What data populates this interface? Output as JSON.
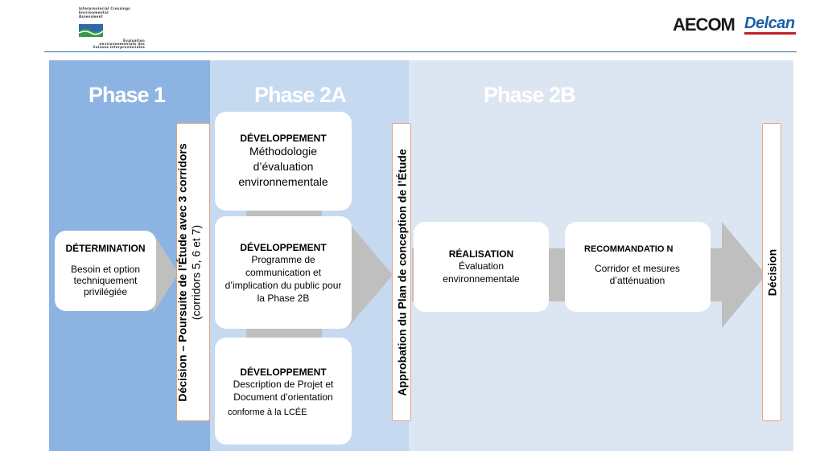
{
  "header": {
    "left_logo_lines": [
      "Interprovincial Crossings",
      "Environmental",
      "Assessment",
      "Évaluation",
      "environnementale des",
      "liaisons interprovinciales"
    ],
    "logo_aecom": "AECOM",
    "logo_delcan": "Delcan"
  },
  "phases": {
    "phase1": "Phase 1",
    "phase2a": "Phase 2A",
    "phase2b": "Phase 2B"
  },
  "boxes": {
    "determination": {
      "title": "DÉTERMINATION",
      "body": "Besoin et option techniquement privilégiée"
    },
    "dev1": {
      "title": "DÉVELOPPEMENT",
      "body": "Méthodologie d’évaluation environnementale"
    },
    "dev2": {
      "title": "DÉVELOPPEMENT",
      "body": "Programme de communication et d’implication du public pour la Phase 2B"
    },
    "dev3": {
      "title": "DÉVELOPPEMENT",
      "body": "Description de Projet et Document d’orientation",
      "body2": "conforme à la LCÉE"
    },
    "realisation": {
      "title": "RÉALISATION",
      "body": "Évaluation environnementale"
    },
    "recommandation": {
      "title": "RECOMMANDATIO N",
      "body": "Corridor et mesures d’atténuation"
    }
  },
  "banners": {
    "decision1_bold": "Décision – Poursuite de l’Étude avec 3 corridors",
    "decision1_normal": " (corridors 5, 6 et 7)",
    "approbation": "Approbation du Plan de conception de l’Étude",
    "decision_final": "Décision"
  },
  "colors": {
    "phase1_bg": "#8db3e2",
    "phase2a_bg": "#c5d9f1",
    "phase2b_bg": "#dce6f2",
    "arrow_gray": "#bfbfbf",
    "banner_border": "#e8a07a",
    "header_rule": "#2f6aa6",
    "delcan_blue": "#1b5fa8",
    "delcan_red": "#c0202a"
  }
}
